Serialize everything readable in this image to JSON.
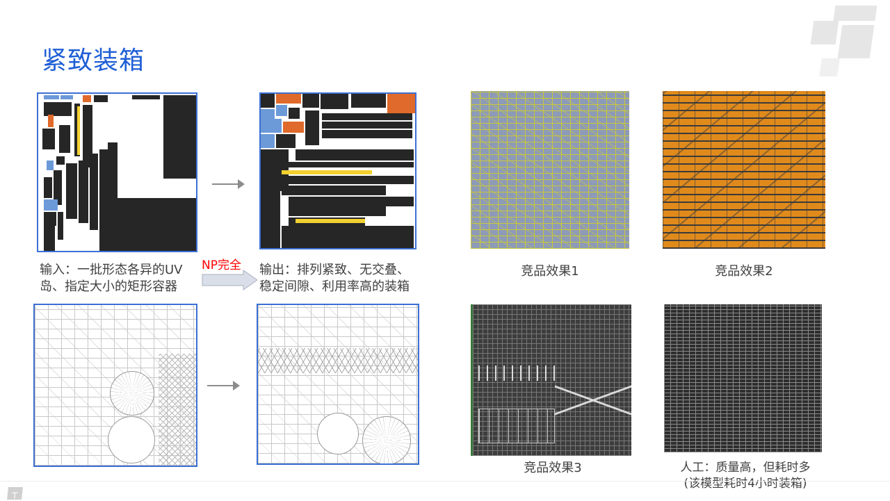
{
  "slide": {
    "title": "紧致装箱",
    "input_caption": [
      "输入：一批形态各异的UV",
      "岛、指定大小的矩形容器"
    ],
    "np_label": "NP完全",
    "output_caption": [
      "输出：排列紧致、无交叠、",
      "稳定间隙、利用率高的装箱"
    ],
    "competitors": [
      {
        "label": "竞品效果1"
      },
      {
        "label": "竞品效果2"
      },
      {
        "label": "竞品效果3"
      }
    ],
    "manual": {
      "line1": "人工：质量高，但耗时多",
      "line2": "(该模型耗时4小时装箱)"
    }
  },
  "colors": {
    "title": "#1f5fd6",
    "np": "#ff0000",
    "frame": "#3b6fd4",
    "orange": "#e06a2b",
    "blue": "#6c9ad8",
    "yellow": "#f2d030"
  }
}
